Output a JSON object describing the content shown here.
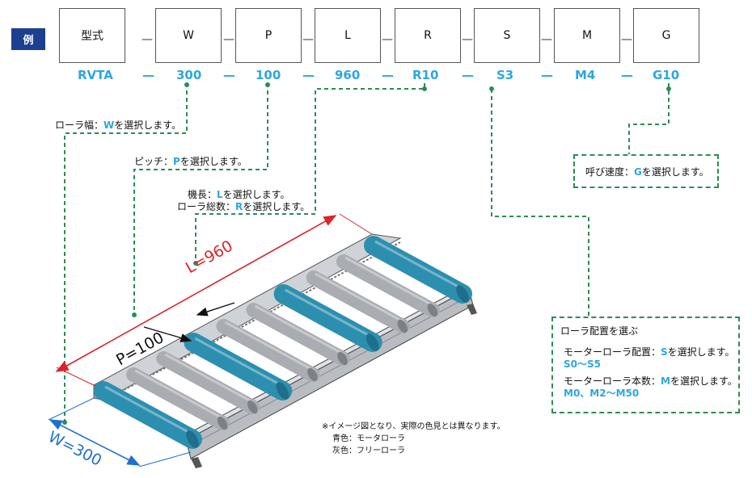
{
  "example_label": "例",
  "boxes": [
    "型式",
    "W",
    "P",
    "L",
    "R",
    "S",
    "M",
    "G"
  ],
  "values": [
    "RVTA",
    "300",
    "100",
    "960",
    "R10",
    "S3",
    "M4",
    "G10"
  ],
  "separator": "—",
  "annotations": {
    "w": {
      "prefix": "ローラ幅：",
      "key": "W",
      "suffix": "を選択します。"
    },
    "p": {
      "prefix": "ピッチ：",
      "key": "P",
      "suffix": "を選択します。"
    },
    "l": {
      "prefix": "機長：",
      "key": "L",
      "suffix": "を選択します。"
    },
    "r": {
      "prefix": "ローラ総数：",
      "key": "R",
      "suffix": "を選択します。"
    },
    "g": {
      "prefix": "呼び速度：",
      "key": "G",
      "suffix": "を選択します。"
    }
  },
  "motor_box": {
    "title": "ローラ配置を選ぶ",
    "s_prefix": "モーターローラ配置：",
    "s_key": "S",
    "s_suffix": "を選択します。",
    "s_range": "S0〜S5",
    "m_prefix": "モーターローラ本数：",
    "m_key": "M",
    "m_suffix": "を選択します。",
    "m_range": "M0、M2〜M50"
  },
  "dimensions": {
    "length": "L=960",
    "pitch": "P=100",
    "width": "W=300"
  },
  "notes": {
    "line1": "※イメージ図となり、実際の色見とは異なります。",
    "line2": "青色：モータローラ",
    "line3": "灰色：フリーローラ"
  },
  "colors": {
    "accent_blue": "#2ea6e0",
    "header_navy": "#1d3f8f",
    "guide_green": "#2e8b57",
    "dim_red": "#d9252a",
    "dim_blue": "#1f6fd0",
    "motor_roller": "#2d8fb0",
    "free_roller": "#a9acb0"
  }
}
